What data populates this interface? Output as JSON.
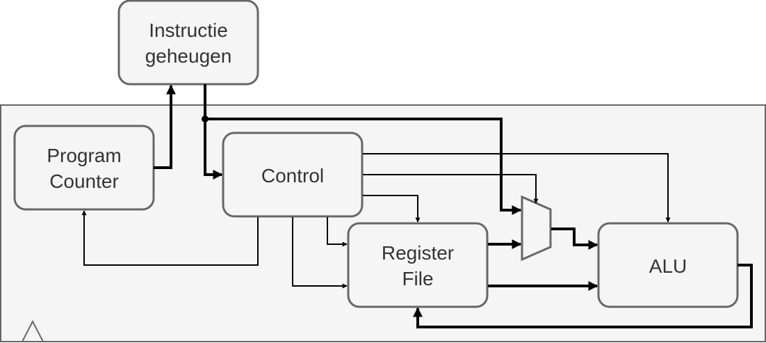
{
  "blocks": {
    "instruction_memory": {
      "line1": "Instructie",
      "line2": "geheugen"
    },
    "program_counter": {
      "line1": "Program",
      "line2": "Counter"
    },
    "control": {
      "label": "Control"
    },
    "register_file": {
      "line1": "Register",
      "line2": "File"
    },
    "alu": {
      "label": "ALU"
    }
  },
  "colors": {
    "block_fill": "#f5f5f5",
    "block_stroke": "#666666",
    "datapath_fill": "#f5f5f5",
    "wire": "#000000",
    "text": "#333333"
  }
}
